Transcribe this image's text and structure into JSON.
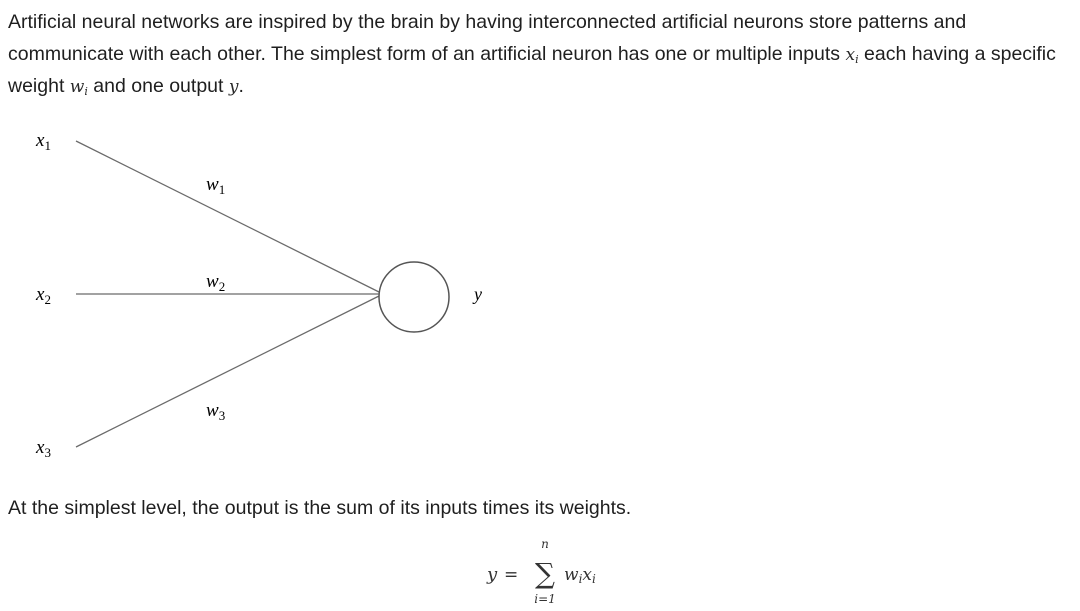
{
  "intro": {
    "text_1": "Artificial neural networks are inspired by the brain by having interconnected artificial neurons store patterns and communicate with each other. The simplest form of an artificial neuron has one or multiple inputs ",
    "input_var": "x",
    "input_sub": "i",
    "text_2": " each having a specific weight ",
    "weight_var": "w",
    "weight_sub": "i",
    "text_3": " and one output ",
    "output_var": "y",
    "text_4": "."
  },
  "diagram": {
    "inputs": [
      {
        "var": "x",
        "sub": "1"
      },
      {
        "var": "x",
        "sub": "2"
      },
      {
        "var": "x",
        "sub": "3"
      }
    ],
    "weights": [
      {
        "var": "w",
        "sub": "1"
      },
      {
        "var": "w",
        "sub": "2"
      },
      {
        "var": "w",
        "sub": "3"
      }
    ],
    "output": "y"
  },
  "summary": {
    "text": "At the simplest level, the output is the sum of its inputs times its weights."
  },
  "formula": {
    "lhs": "y",
    "equals": "=",
    "sigma": "∑",
    "upper": "n",
    "lower": "i=1",
    "w_var": "w",
    "w_sub": "i",
    "x_var": "x",
    "x_sub": "i"
  }
}
